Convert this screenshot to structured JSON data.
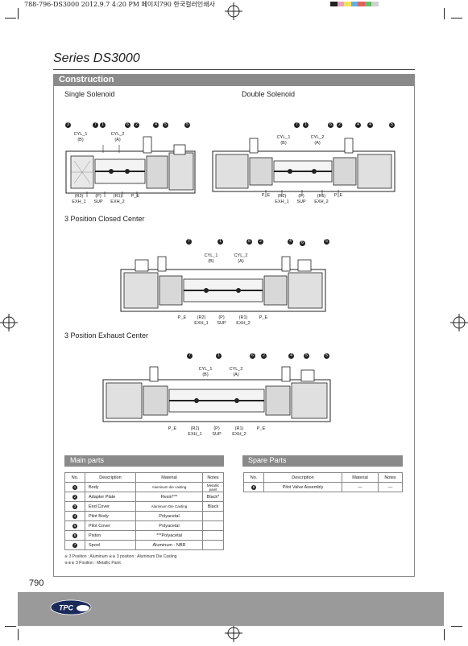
{
  "print_header": "788-796-DS3000  2012.9.7 4:20 PM  페이지790  한국컬러인쇄사",
  "print_colors": [
    "#222222",
    "#e6a0c0",
    "#f0e060",
    "#60b0e0",
    "#e06060",
    "#60c060",
    "#d0d0d0"
  ],
  "series_title": "Series DS3000",
  "section_title": "Construction",
  "diagrams": {
    "single_solenoid": {
      "title": "Single Solenoid",
      "cyl_1": "CYL_1",
      "cyl_1_sub": "(B)",
      "cyl_2": "CYL_2",
      "cyl_2_sub": "(A)",
      "ports": [
        {
          "l1": "(R2)",
          "l2": "EXH_1"
        },
        {
          "l1": "(P)",
          "l2": "SUP"
        },
        {
          "l1": "(R1)",
          "l2": "EXH_2"
        },
        {
          "l1": "P_E",
          "l2": ""
        }
      ],
      "callouts": [
        "3",
        "7",
        "1",
        "6",
        "2",
        "4",
        "5",
        "5"
      ]
    },
    "double_solenoid": {
      "title": "Double Solenoid",
      "cyl_1": "CYL_1",
      "cyl_1_sub": "(B)",
      "cyl_2": "CYL_2",
      "cyl_2_sub": "(A)",
      "ports": [
        {
          "l1": "P_E",
          "l2": ""
        },
        {
          "l1": "(R2)",
          "l2": "EXH_1"
        },
        {
          "l1": "(P)",
          "l2": "SUP"
        },
        {
          "l1": "(R1)",
          "l2": "EXH_2"
        },
        {
          "l1": "P_E",
          "l2": ""
        }
      ],
      "callouts": [
        "7",
        "1",
        "6",
        "2",
        "4",
        "4",
        "5"
      ]
    },
    "closed_center": {
      "title": "3 Position Closed Center",
      "cyl_1": "CYL_1",
      "cyl_1_sub": "(B)",
      "cyl_2": "CYL_2",
      "cyl_2_sub": "(A)",
      "ports": [
        {
          "l1": "P_E",
          "l2": ""
        },
        {
          "l1": "(R2)",
          "l2": "EXH_1"
        },
        {
          "l1": "(P)",
          "l2": "SUP"
        },
        {
          "l1": "(R1)",
          "l2": "EXH_2"
        },
        {
          "l1": "P_E",
          "l2": ""
        }
      ],
      "callouts": [
        "7",
        "1",
        "6",
        "2",
        "4",
        "6",
        "5"
      ]
    },
    "exhaust_center": {
      "title": "3 Position Exhaust Center",
      "cyl_1": "CYL_1",
      "cyl_1_sub": "(B)",
      "cyl_2": "CYL_2",
      "cyl_2_sub": "(A)",
      "ports": [
        {
          "l1": "P_E",
          "l2": ""
        },
        {
          "l1": "(R2)",
          "l2": "EXH_1"
        },
        {
          "l1": "(P)",
          "l2": "SUP"
        },
        {
          "l1": "(R1)",
          "l2": "EXH_2"
        },
        {
          "l1": "P_E",
          "l2": ""
        }
      ],
      "callouts": [
        "7",
        "1",
        "6",
        "2",
        "4",
        "5",
        "5"
      ]
    }
  },
  "main_parts": {
    "title": "Main parts",
    "headers": [
      "No.",
      "Description",
      "Material",
      "Notes"
    ],
    "rows": [
      {
        "no": "1",
        "desc": "Body",
        "material": "Aluminum die casting",
        "notes": "Metallic paint"
      },
      {
        "no": "2",
        "desc": "Adapter Plate",
        "material": "Resin***",
        "notes": "Black*"
      },
      {
        "no": "3",
        "desc": "End Cover",
        "material": "Aluminum Die Casting",
        "notes": "Black"
      },
      {
        "no": "4",
        "desc": "Pilot Body",
        "material": "Polyacetal",
        "notes": ""
      },
      {
        "no": "5",
        "desc": "Pilot Cover",
        "material": "Polyacetal",
        "notes": ""
      },
      {
        "no": "6",
        "desc": "Piston",
        "material": "***Polyacetal",
        "notes": ""
      },
      {
        "no": "7",
        "desc": "Spool",
        "material": "Aluminum · NBR",
        "notes": ""
      }
    ],
    "footnotes": [
      "※ 3 Position : Aluminum  ※※ 3 position : Aluminum Die Casting",
      "※※※ 3 Position : Metallic Paint"
    ]
  },
  "spare_parts": {
    "title": "Spare Parts",
    "headers": [
      "No.",
      "Description",
      "Material",
      "Notes"
    ],
    "rows": [
      {
        "no": "8",
        "desc": "Pilot Valve Assembly",
        "material": "—",
        "notes": "—"
      }
    ]
  },
  "page_number": "790",
  "logo_text": "TPC"
}
